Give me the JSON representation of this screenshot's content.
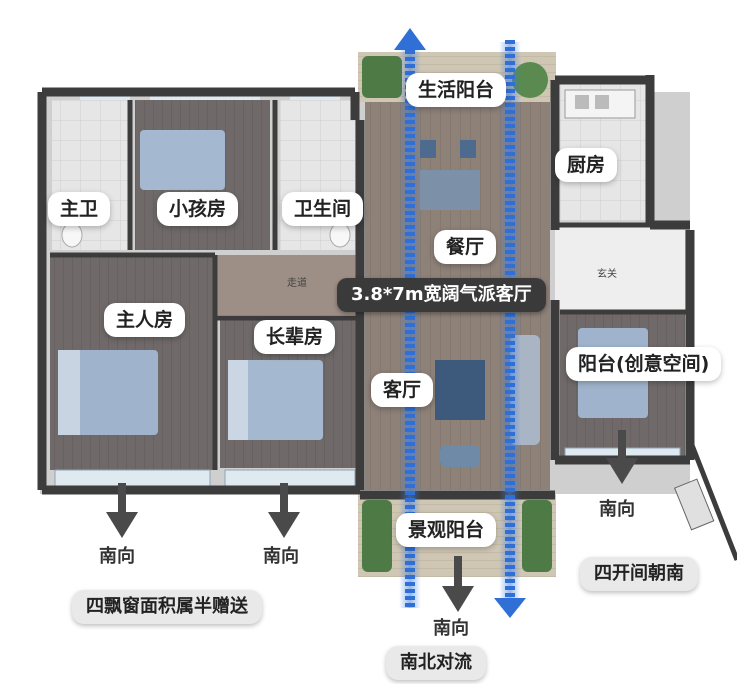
{
  "rooms": {
    "master_bath": "主卫",
    "kids_room": "小孩房",
    "bathroom": "卫生间",
    "balcony_living": "生活阳台",
    "kitchen": "厨房",
    "dining": "餐厅",
    "corridor": "走道",
    "entrance": "玄关",
    "master_bedroom": "主人房",
    "elder_room": "长辈房",
    "living_room": "客厅",
    "balcony_creative": "阳台(创意空间)",
    "balcony_scenic": "景观阳台"
  },
  "highlights": {
    "living_size": "3.8*7m宽阔气派客厅",
    "bay_window": "四飘窗面积属半赠送",
    "ventilation": "南北对流",
    "four_south": "四开间朝南"
  },
  "directions": {
    "south_1": "南向",
    "south_2": "南向",
    "south_3": "南向",
    "south_4": "南向"
  },
  "colors": {
    "wall": "#3c3c3c",
    "floor_wood": "#8a7e74",
    "floor_tile": "#e4e4e4",
    "arrow_blue": "#2f6fd6",
    "greenery": "#4e7a45"
  }
}
